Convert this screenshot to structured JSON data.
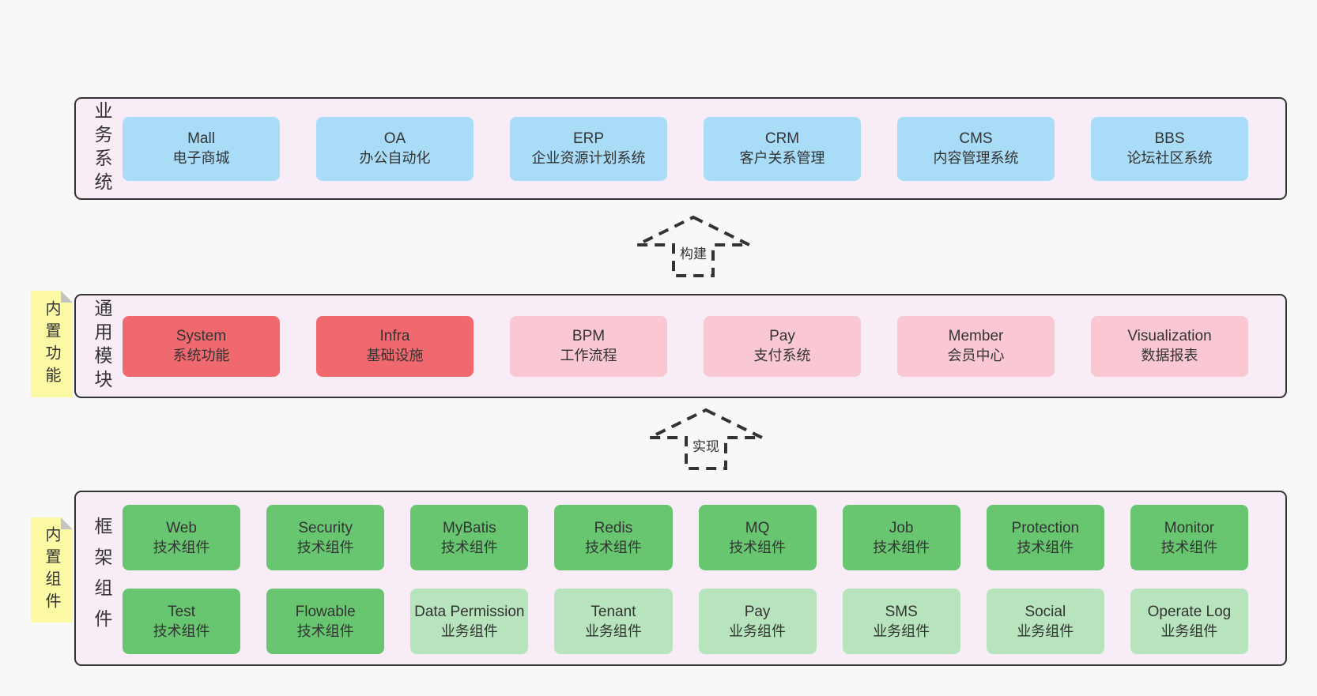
{
  "colors": {
    "page_bg": "#f8f8f8",
    "panel_bg": "#f8ecf6",
    "panel_border": "#333333",
    "text": "#333333",
    "blue": "#a9dcf7",
    "red": "#f0696f",
    "pink": "#f9c8d2",
    "green": "#68c671",
    "green_light": "#b7e4bc",
    "note_yellow": "#fbf9a3"
  },
  "arrows": [
    {
      "label": "构建"
    },
    {
      "label": "实现"
    }
  ],
  "panels": [
    {
      "id": "business-systems",
      "label": "业务系统",
      "boxes": [
        {
          "title": "Mall",
          "subtitle": "电子商城",
          "variant": "blue"
        },
        {
          "title": "OA",
          "subtitle": "办公自动化",
          "variant": "blue"
        },
        {
          "title": "ERP",
          "subtitle": "企业资源计划系统",
          "variant": "blue"
        },
        {
          "title": "CRM",
          "subtitle": "客户关系管理",
          "variant": "blue"
        },
        {
          "title": "CMS",
          "subtitle": "内容管理系统",
          "variant": "blue"
        },
        {
          "title": "BBS",
          "subtitle": "论坛社区系统",
          "variant": "blue"
        }
      ]
    },
    {
      "id": "common-modules",
      "label": "通用模块",
      "note": "内置功能",
      "boxes": [
        {
          "title": "System",
          "subtitle": "系统功能",
          "variant": "red"
        },
        {
          "title": "Infra",
          "subtitle": "基础设施",
          "variant": "red"
        },
        {
          "title": "BPM",
          "subtitle": "工作流程",
          "variant": "pink"
        },
        {
          "title": "Pay",
          "subtitle": "支付系统",
          "variant": "pink"
        },
        {
          "title": "Member",
          "subtitle": "会员中心",
          "variant": "pink"
        },
        {
          "title": "Visualization",
          "subtitle": "数据报表",
          "variant": "pink"
        }
      ]
    },
    {
      "id": "framework-components",
      "label": "框架组件",
      "note": "内置组件",
      "rows": [
        [
          {
            "title": "Web",
            "subtitle": "技术组件",
            "variant": "green"
          },
          {
            "title": "Security",
            "subtitle": "技术组件",
            "variant": "green"
          },
          {
            "title": "MyBatis",
            "subtitle": "技术组件",
            "variant": "green"
          },
          {
            "title": "Redis",
            "subtitle": "技术组件",
            "variant": "green"
          },
          {
            "title": "MQ",
            "subtitle": "技术组件",
            "variant": "green"
          },
          {
            "title": "Job",
            "subtitle": "技术组件",
            "variant": "green"
          },
          {
            "title": "Protection",
            "subtitle": "技术组件",
            "variant": "green"
          },
          {
            "title": "Monitor",
            "subtitle": "技术组件",
            "variant": "green"
          }
        ],
        [
          {
            "title": "Test",
            "subtitle": "技术组件",
            "variant": "green"
          },
          {
            "title": "Flowable",
            "subtitle": "技术组件",
            "variant": "green"
          },
          {
            "title": "Data Permission",
            "subtitle": "业务组件",
            "variant": "green_light"
          },
          {
            "title": "Tenant",
            "subtitle": "业务组件",
            "variant": "green_light"
          },
          {
            "title": "Pay",
            "subtitle": "业务组件",
            "variant": "green_light"
          },
          {
            "title": "SMS",
            "subtitle": "业务组件",
            "variant": "green_light"
          },
          {
            "title": "Social",
            "subtitle": "业务组件",
            "variant": "green_light"
          },
          {
            "title": "Operate Log",
            "subtitle": "业务组件",
            "variant": "green_light"
          }
        ]
      ]
    }
  ]
}
